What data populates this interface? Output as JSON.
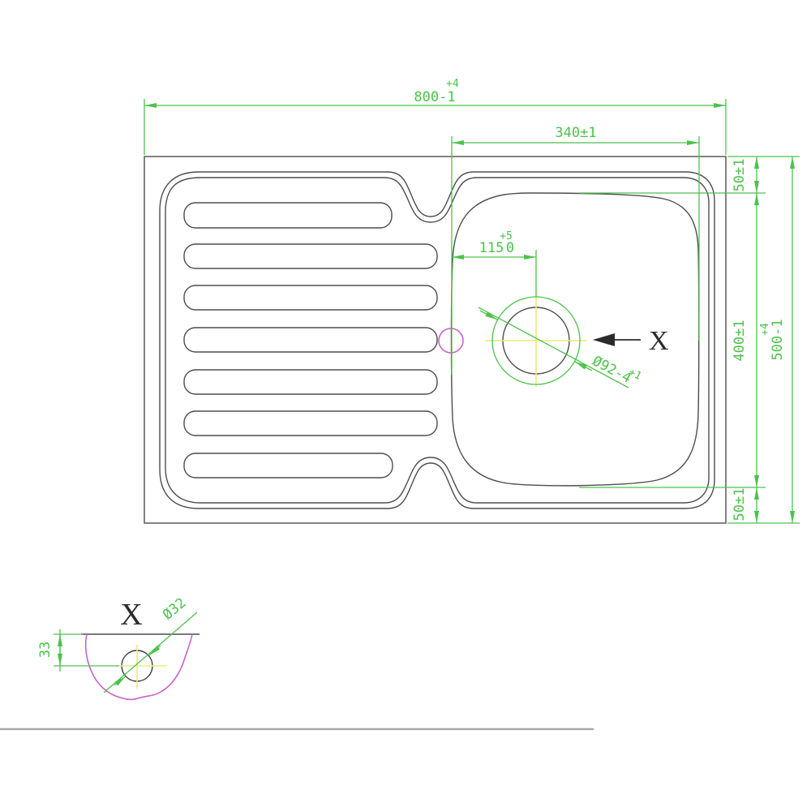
{
  "colors": {
    "dimension_green": "#4cc24c",
    "centerline_yellow": "#ebeb78",
    "detail_magenta": "#c864c8",
    "drawing_line": "#4d4d4d",
    "separator_gray": "#a9a9a9"
  },
  "main_view": {
    "dim_overall_width": {
      "value": "800-1",
      "tolerance": "+4"
    },
    "dim_bowl_width": {
      "value": "340±1"
    },
    "dim_top_offset": {
      "value": "50±1"
    },
    "dim_bowl_height": {
      "value": "400±1"
    },
    "dim_overall_height": {
      "value": "500-1",
      "tolerance": "+4"
    },
    "dim_bottom_offset": {
      "value": "50±1"
    },
    "dim_drain_offset": {
      "value": "115",
      "lower_limit": "0",
      "tolerance": "+5"
    },
    "dim_drain_diameter": {
      "value": "Ø92-4",
      "tolerance": "+1"
    },
    "view_label": "X"
  },
  "detail_view": {
    "title": "X",
    "dim_hole_diameter": {
      "value": "Ø32"
    },
    "dim_edge_distance": {
      "value": "33"
    }
  }
}
